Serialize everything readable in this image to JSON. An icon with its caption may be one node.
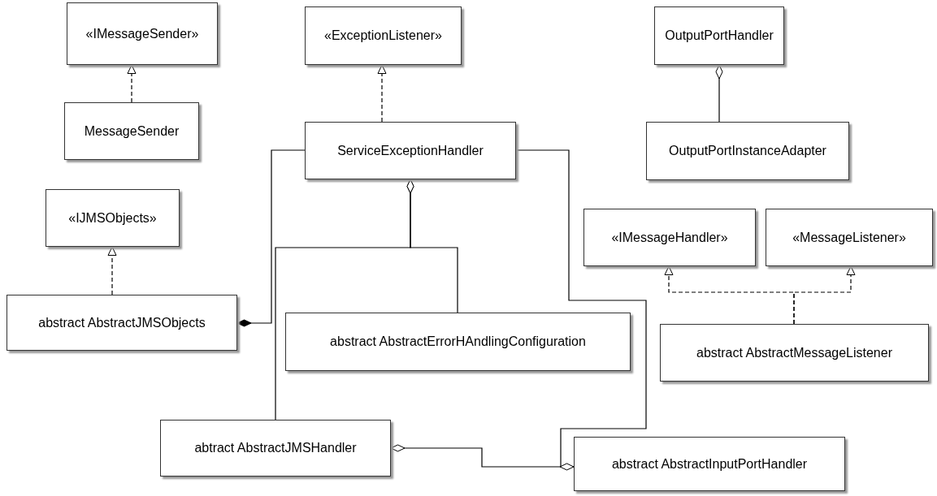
{
  "diagram": {
    "nodes": [
      {
        "text": [
          "«IMessageSender»"
        ]
      },
      {
        "text": [
          "MessageSender"
        ]
      },
      {
        "text": [
          "«ExceptionListener»"
        ]
      },
      {
        "text": [
          "ServiceExceptionHandler"
        ]
      },
      {
        "text": [
          "OutputPortHandler"
        ]
      },
      {
        "text": [
          "OutputPortInstanceAdapter"
        ]
      },
      {
        "text": [
          "«IJMSObjects»"
        ]
      },
      {
        "text": [
          "abstract AbstractJMSObjects"
        ]
      },
      {
        "text": [
          "«IMessageHandler»"
        ]
      },
      {
        "text": [
          "«MessageListener»"
        ]
      },
      {
        "text": [
          "abstract AbstractErrorHAndlingConfiguration"
        ]
      },
      {
        "text": [
          "abstract AbstractMessageListener"
        ]
      },
      {
        "text": [
          "abtract AbstractJMSHandler"
        ]
      },
      {
        "text": [
          "abstract AbstractInputPortHandler"
        ]
      }
    ],
    "edges": [
      {
        "from": 1,
        "to": 0,
        "arrow": "to",
        "style": "dashed"
      },
      {
        "from": 3,
        "to": 2,
        "arrow": "to",
        "style": "dashed"
      },
      {
        "from": 5,
        "to": 4,
        "arrow": "other"
      },
      {
        "from": 7,
        "to": 6,
        "arrow": "to",
        "style": "dashed"
      },
      {
        "from": 3,
        "to": 7,
        "arrow": "other"
      },
      {
        "from": 12,
        "to": 3,
        "arrow": "other"
      },
      {
        "from": 10,
        "to": 3,
        "arrow": "other"
      },
      {
        "from": 11,
        "to": 8,
        "arrow": "to",
        "style": "dashed"
      },
      {
        "from": 11,
        "to": 9,
        "arrow": "to",
        "style": "dashed"
      },
      {
        "from": 13,
        "to": 12,
        "arrow": "other"
      },
      {
        "from": 3,
        "to": 13,
        "arrow": "other"
      }
    ]
  }
}
